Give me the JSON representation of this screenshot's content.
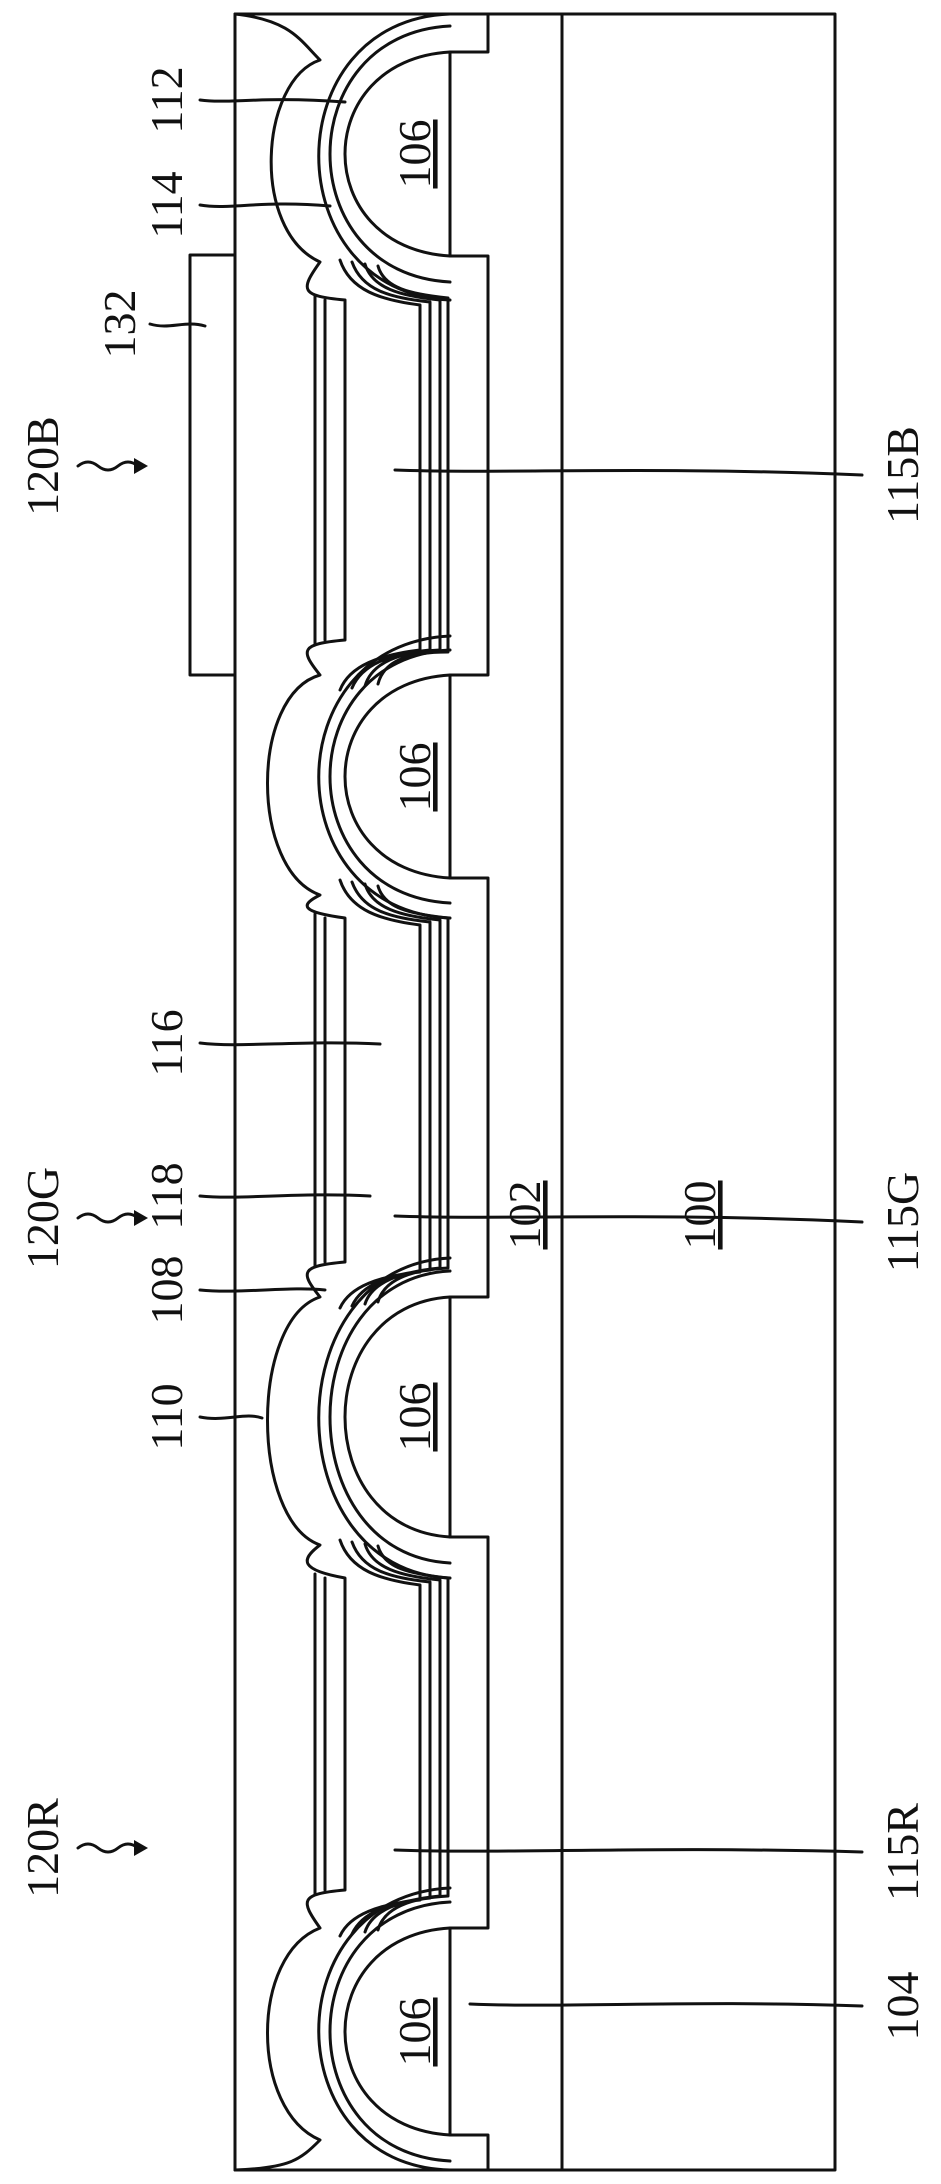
{
  "labels": {
    "l132": "132",
    "l112": "112",
    "l114": "114",
    "l120B": "120B",
    "l115B": "115B",
    "l120G": "120G",
    "l116": "116",
    "l118": "118",
    "l115G": "115G",
    "l108": "108",
    "l110": "110",
    "l120R": "120R",
    "l115R": "115R",
    "l104": "104",
    "l102": "102",
    "l100": "100",
    "l106a": "106",
    "l106b": "106",
    "l106c": "106",
    "l106d": "106"
  },
  "colors": {
    "stroke": "#111111",
    "background": "#ffffff"
  }
}
